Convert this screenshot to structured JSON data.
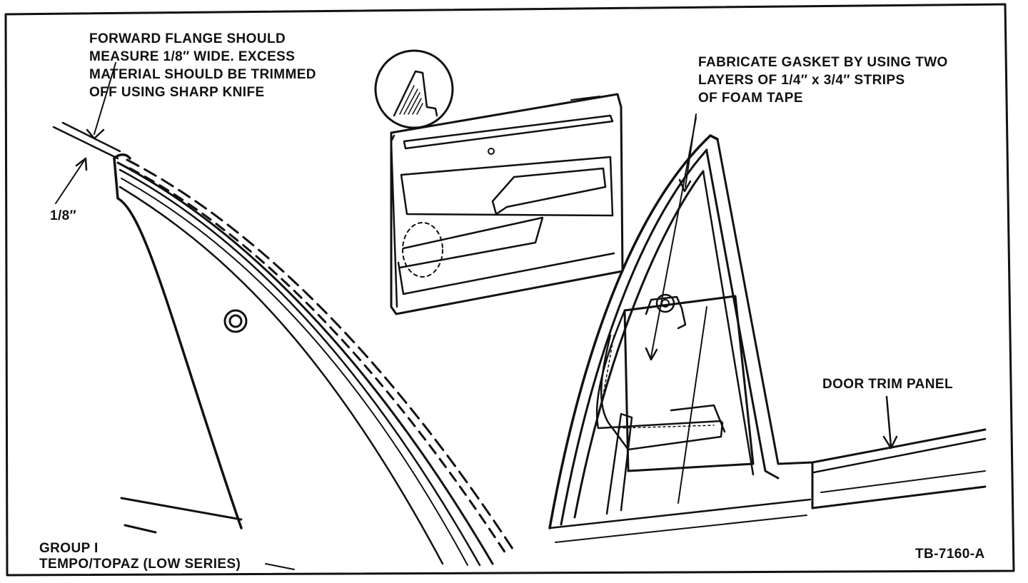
{
  "annotations": {
    "flange_note": [
      "FORWARD FLANGE SHOULD",
      "MEASURE 1/8″ WIDE. EXCESS",
      "MATERIAL SHOULD BE TRIMMED",
      "OFF USING SHARP KNIFE"
    ],
    "gasket_note": [
      "FABRICATE GASKET BY USING TWO",
      "LAYERS OF 1/4″ x 3/4″ STRIPS",
      "OF FOAM TAPE"
    ],
    "dimension_label": "1/8″",
    "door_trim_label": "DOOR TRIM PANEL",
    "group_label": "GROUP I",
    "model_label": "TEMPO/TOPAZ (LOW SERIES)",
    "figure_id": "TB-7160-A"
  },
  "style": {
    "ink": "#111111",
    "paper": "#ffffff"
  }
}
